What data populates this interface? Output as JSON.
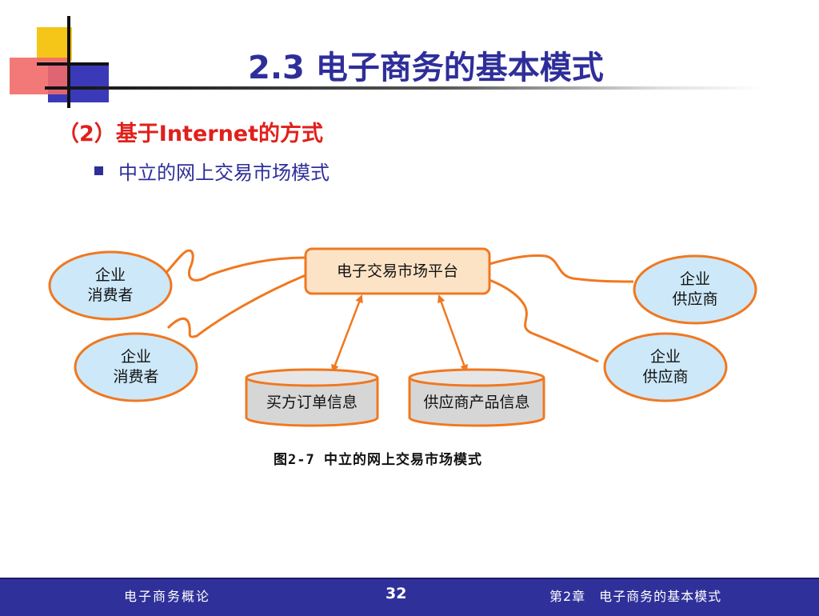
{
  "title": "2.3  电子商务的基本模式",
  "subheading": "（2）基于Internet的方式",
  "bullet": "中立的网上交易市场模式",
  "diagram": {
    "platform": "电子交易市场平台",
    "consumers": [
      {
        "line1": "企业",
        "line2": "消费者"
      },
      {
        "line1": "企业",
        "line2": "消费者"
      }
    ],
    "suppliers": [
      {
        "line1": "企业",
        "line2": "供应商"
      },
      {
        "line1": "企业",
        "line2": "供应商"
      }
    ],
    "databases": [
      "买方订单信息",
      "供应商产品信息"
    ]
  },
  "caption": "图2-7 中立的网上交易市场模式",
  "footer": {
    "left": "电子商务概论",
    "page": "32",
    "right": "第2章　电子商务的基本模式"
  },
  "colors": {
    "title": "#2e2e9a",
    "subheading": "#e0201b",
    "orange": "#f07820",
    "ellipse_fill": "#cde8f8",
    "platform_fill": "#fde3c6",
    "footer_bg": "#30309a"
  }
}
